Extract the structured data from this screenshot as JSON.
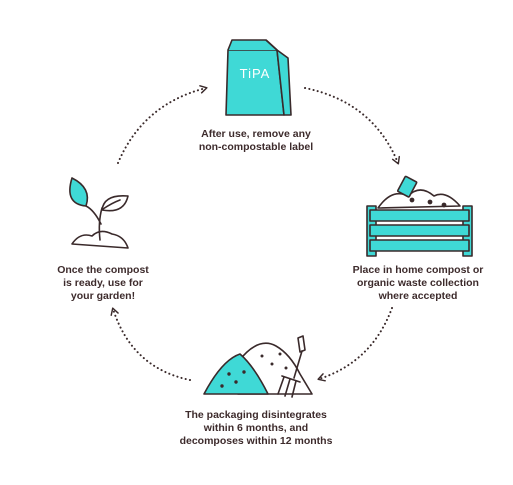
{
  "colors": {
    "accent": "#3fd9d6",
    "outline": "#3a2a2b",
    "background": "#ffffff"
  },
  "steps": [
    {
      "icon": "paper-bag-icon",
      "brand": "TiPA",
      "lines": [
        "After use, remove any",
        "non-compostable label"
      ]
    },
    {
      "icon": "compost-crate-icon",
      "lines": [
        "Place in home compost or",
        "organic waste collection",
        "where accepted"
      ]
    },
    {
      "icon": "soil-pile-fork-icon",
      "lines": [
        "The packaging disintegrates",
        "within 6 months, and",
        "decomposes within 12 months"
      ]
    },
    {
      "icon": "seedling-icon",
      "lines": [
        "Once the compost",
        "is ready, use for",
        "your garden!"
      ]
    }
  ]
}
